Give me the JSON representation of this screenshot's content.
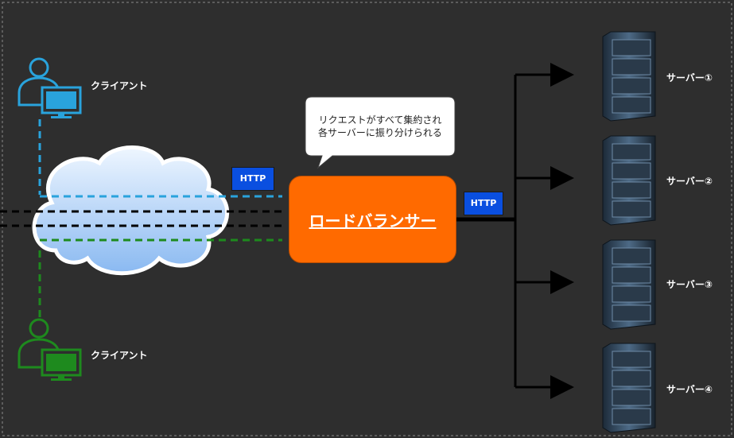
{
  "clients": [
    {
      "label": "クライアント",
      "color": "#29a3dc"
    },
    {
      "label": "クライアント",
      "color": "#1e8a1e"
    }
  ],
  "http_top": "HTTP",
  "http_right": "HTTP",
  "load_balancer": {
    "label": "ロードバランサー",
    "color": "#ff6a00"
  },
  "callout": {
    "line1": "リクエストがすべて集約され",
    "line2": "各サーバーに振り分けられる"
  },
  "servers": [
    {
      "label": "サーバー①"
    },
    {
      "label": "サーバー②"
    },
    {
      "label": "サーバー③"
    },
    {
      "label": "サーバー④"
    }
  ],
  "icons": [
    "user-icon",
    "monitor-icon",
    "cloud-icon",
    "server-icon",
    "arrow-icon"
  ]
}
